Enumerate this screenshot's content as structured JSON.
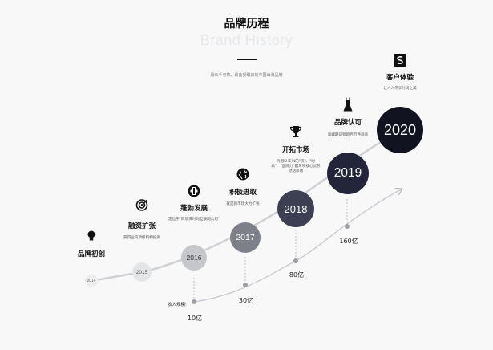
{
  "header": {
    "title": "品牌历程",
    "subtitle_en": "Brand History",
    "description": "最长手可热、最备受瞩目的中国出海品牌"
  },
  "milestones": [
    {
      "year": "2014",
      "title": "品牌初创",
      "caption": "",
      "icon": "lightbulb-icon"
    },
    {
      "year": "2015",
      "title": "融资扩张",
      "caption": "获得业内顶级机构投资",
      "icon": "target-icon"
    },
    {
      "year": "2016",
      "title": "蓬勃发展",
      "caption": "定位于\"跨境快时尚互联网公司\"",
      "icon": "hydrant-icon"
    },
    {
      "year": "2017",
      "title": "积极进取",
      "caption": "就是新市场大力扩张",
      "icon": "globe-icon"
    },
    {
      "year": "2018",
      "title": "开拓市场",
      "caption": "凭借SHEIN的\"快\"、\"时尚\"、\"品牌力\"赢三项核心优势稳站市场",
      "icon": "trophy-icon"
    },
    {
      "year": "2019",
      "title": "品牌认可",
      "caption": "高峰期日销超百万件商品",
      "icon": "dress-icon"
    },
    {
      "year": "2020",
      "title": "客户体验",
      "caption": "让人人尽享时尚之美",
      "icon": "shein-logo-icon"
    }
  ],
  "revenue": {
    "label": "收入规模:",
    "points": [
      {
        "value": "10亿"
      },
      {
        "value": "30亿"
      },
      {
        "value": "80亿"
      },
      {
        "value": "160亿"
      }
    ]
  }
}
